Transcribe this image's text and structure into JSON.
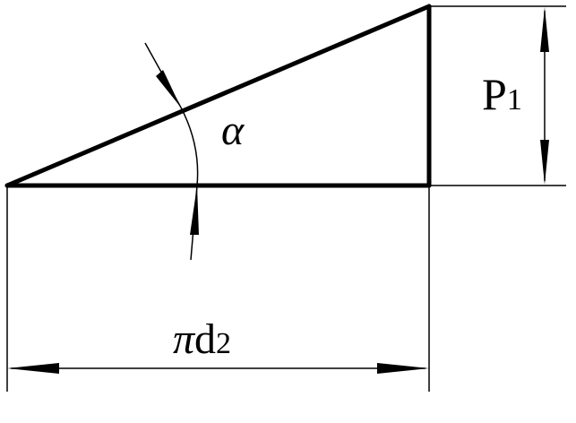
{
  "diagram": {
    "angle_label": "α",
    "height_label": {
      "main": "P",
      "sub": "1"
    },
    "base_label": {
      "pi": "π",
      "main": "d",
      "sub": "2"
    }
  }
}
